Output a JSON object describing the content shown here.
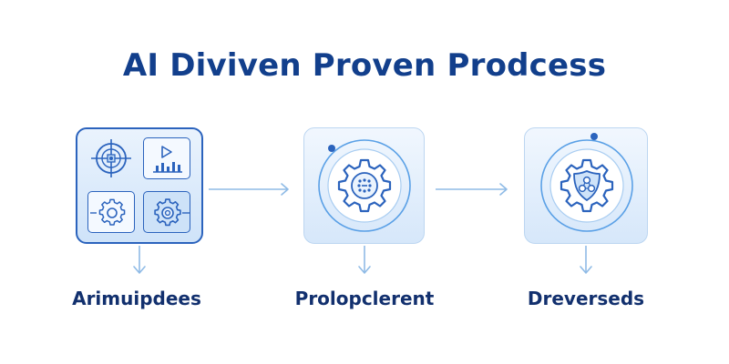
{
  "title": "AI Diviven Proven Prodcess",
  "steps": [
    {
      "label": "Arimuipdees",
      "icon": "dashboard-grid-icon"
    },
    {
      "label": "Prolopclerent",
      "icon": "gear-chip-icon"
    },
    {
      "label": "Dreverseds",
      "icon": "gear-shield-icon"
    }
  ],
  "colors": {
    "title": "#123f8c",
    "label": "#12306e",
    "icon_stroke": "#2b63bd",
    "arrow": "#8fbbe6"
  }
}
